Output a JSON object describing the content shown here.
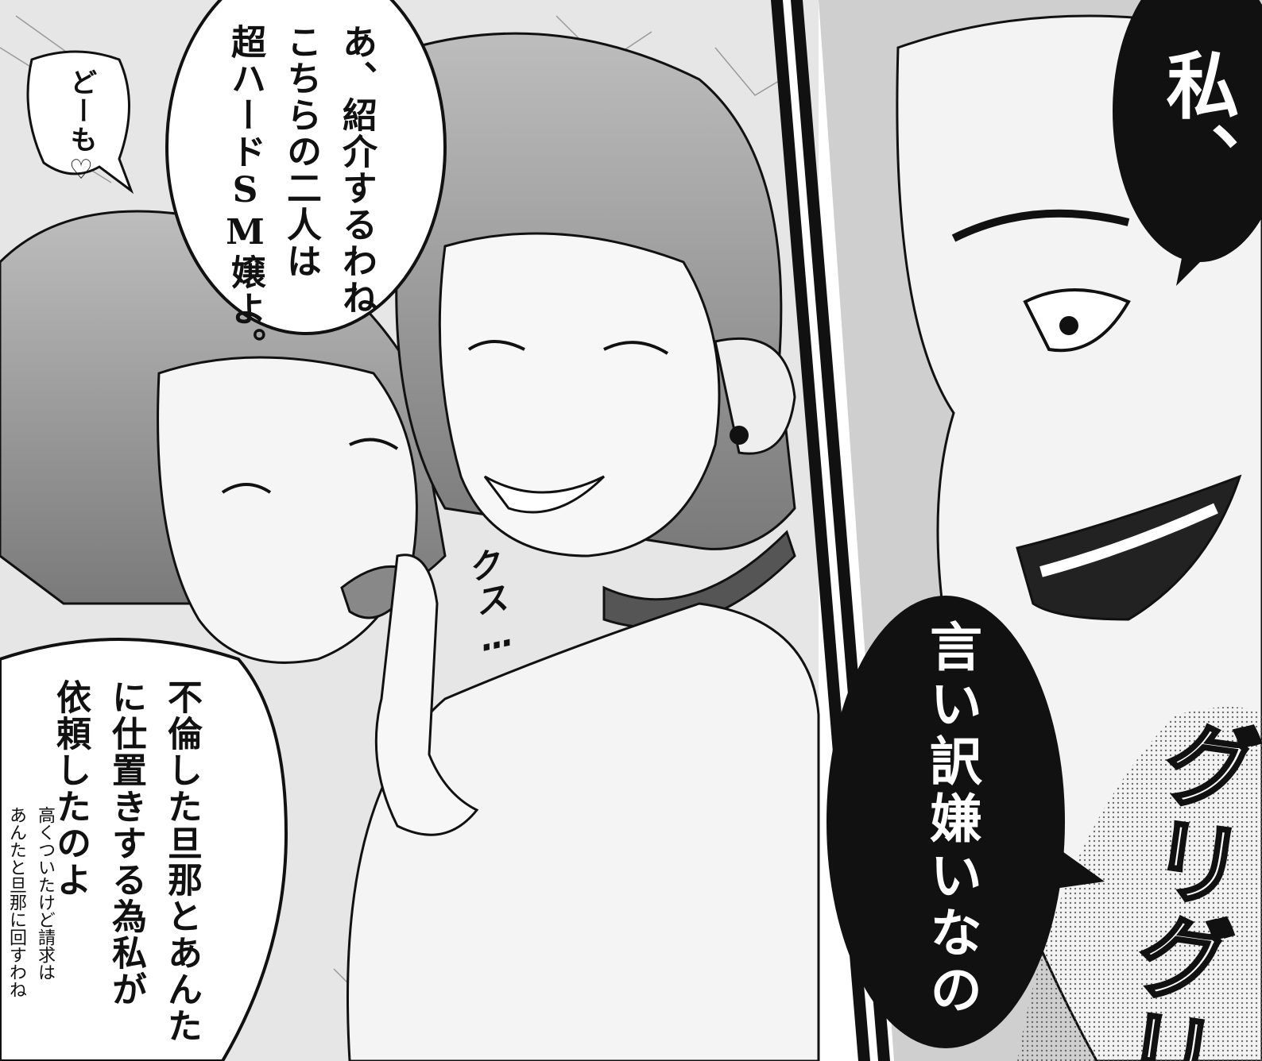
{
  "panels": {
    "left": {
      "bubble_greeting": "どーも♡",
      "bubble_intro": [
        "あ、紹介するわね",
        "こちらの二人は",
        "超ハードSM嬢よ。"
      ],
      "bubble_request": [
        "不倫した旦那とあんた",
        "に仕置きする為私が",
        "依頼したのよ"
      ],
      "side_note": [
        "高くついたけど請求は",
        "あんたと旦那に回すわね"
      ],
      "sfx_giggle": "クス…"
    },
    "right": {
      "bubble_top": "私、",
      "bubble_bottom": "言い訳嫌いなの",
      "sfx_grind": "グリグリ"
    }
  },
  "colors": {
    "ink": "#111111",
    "paper": "#ffffff",
    "tone_light": "#d9d9d9",
    "tone_mid": "#a8a8a8",
    "tone_dark": "#6e6e6e"
  }
}
